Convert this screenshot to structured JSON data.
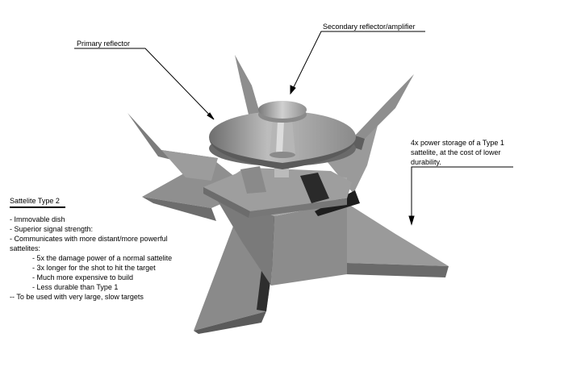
{
  "callouts": {
    "primary_reflector": "Primary reflector",
    "secondary_reflector": "Secondary reflector/amplifier",
    "power_storage": [
      "4x power storage of a Type 1",
      "sattelite, at the cost of lower",
      "durability."
    ]
  },
  "specs": {
    "title": "Sattelite Type 2",
    "lines": [
      "- Immovable dish",
      "- Superior signal strength:",
      "- Communicates with more distant/more powerful",
      "sattelites:"
    ],
    "sub_lines": [
      "- 5x the damage power of a normal sattelite",
      "- 3x longer for the shot to hit the target",
      "- Much more expensive to build",
      "- Less durable than Type 1"
    ],
    "footer": "-- To be used with very large, slow targets"
  }
}
